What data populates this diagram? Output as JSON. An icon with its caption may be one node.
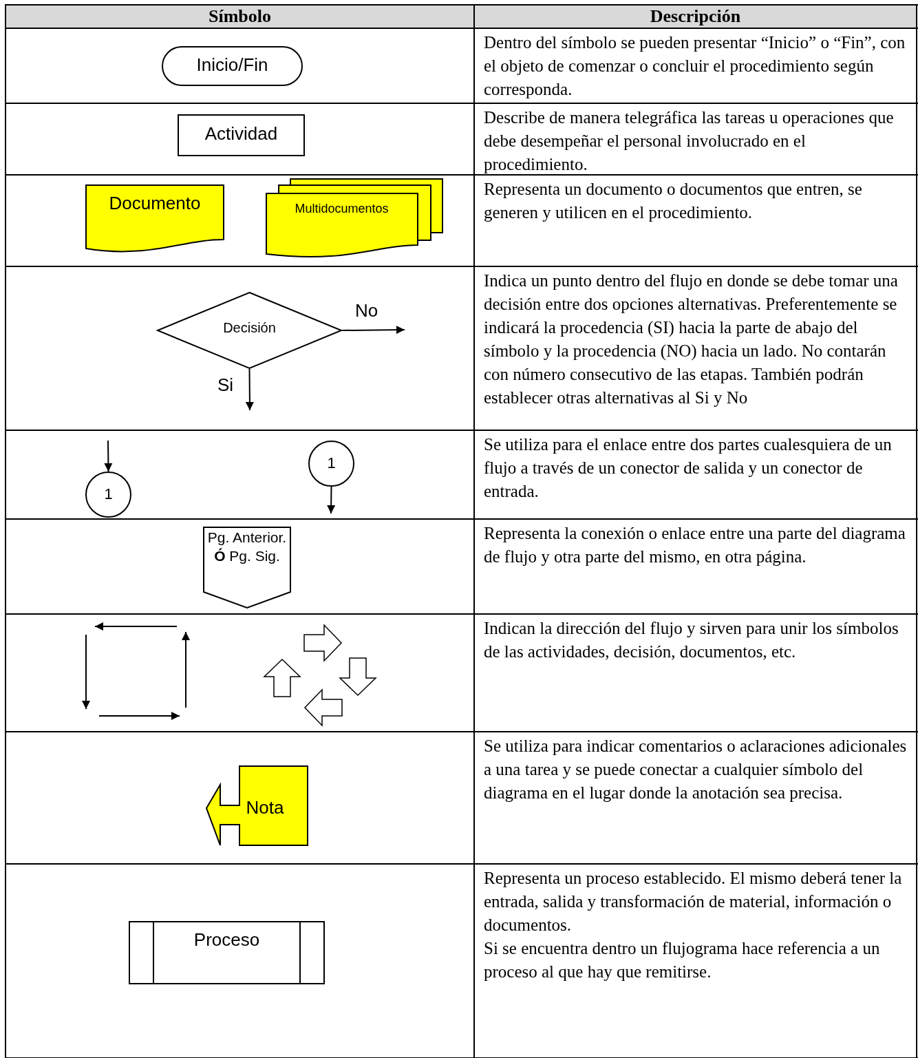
{
  "diagram": {
    "nodes": [
      {
        "text": [
          "Inicio/Fin"
        ]
      },
      {
        "text": [
          "Actividad"
        ]
      },
      {
        "text": [
          "Documento"
        ]
      },
      {
        "text": [
          "Multidocumentos"
        ]
      },
      {
        "text": [
          "Decisión"
        ]
      },
      {
        "text": [
          "1"
        ]
      },
      {
        "text": [
          "1"
        ]
      },
      {
        "text": [
          "Pg. Anterior. **Ó** Pg. Sig."
        ]
      },
      {
        "text": [
          "Nota"
        ]
      },
      {
        "text": [
          "Proceso"
        ]
      }
    ],
    "edges": [
      {
        "from": 4,
        "to": null,
        "arrow": "to",
        "label": "No"
      },
      {
        "from": 4,
        "to": null,
        "arrow": "to",
        "label": "Si"
      },
      {
        "from": null,
        "to": 5,
        "arrow": "to"
      },
      {
        "from": 6,
        "to": null,
        "arrow": "to"
      }
    ],
    "labels": [
      "Símbolo",
      "Descripción",
      "Dentro del símbolo se pueden presentar “Inicio” o “Fin”, con el objeto de comenzar o concluir el procedimiento según corresponda.",
      "Describe de manera telegráfica las tareas u operaciones que debe desempeñar el personal involucrado en el procedimiento.",
      "Representa un documento o documentos que entren, se generen y utilicen en el procedimiento.",
      "Indica un punto dentro del flujo en donde se debe tomar una decisión entre dos opciones alternativas. Preferentemente se indicará la procedencia (SI) hacia la parte de abajo del símbolo y la procedencia (NO) hacia un lado. No contarán con número consecutivo de las etapas. También podrán establecer otras alternativas al Si y No",
      "Se utiliza para el enlace entre dos partes cualesquiera de un flujo a través de un conector de salida y un conector de entrada.",
      "Representa la conexión o enlace entre una parte del diagrama de flujo y otra parte del mismo, en otra página.",
      "Indican la dirección del flujo y sirven para unir los símbolos de las actividades, decisión, documentos, etc.",
      "Se utiliza para indicar comentarios o aclaraciones adicionales a una tarea y se puede conectar a cualquier símbolo del diagrama en el lugar donde la anotación sea precisa.",
      "Representa un proceso establecido. El mismo deberá tener la entrada, salida y transformación de material, información o documentos.",
      "Si se encuentra dentro un flujograma hace referencia a un proceso al que hay que remitirse."
    ]
  }
}
